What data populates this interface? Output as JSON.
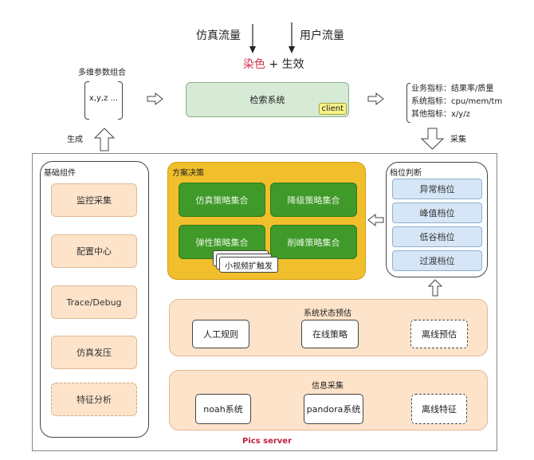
{
  "top": {
    "sim_traffic": "仿真流量",
    "user_traffic": "用户流量",
    "dye": "染色",
    "plus": " + ",
    "effect": "生效",
    "colors": {
      "dye": "#d0344f"
    }
  },
  "params": {
    "title": "多维参数组合",
    "value": "x,y,z ...",
    "generate_label": "生成"
  },
  "search_system": {
    "label": "检索系统",
    "client_label": "client"
  },
  "metrics": {
    "items": [
      "业务指标：结果率/质量",
      "系统指标：cpu/mem/tm",
      "其他指标：x/y/z"
    ],
    "collect_label": "采集"
  },
  "server": {
    "label": "Pics server",
    "colors": {
      "label": "#c0203b"
    }
  },
  "base_components": {
    "title": "基础组件",
    "items": [
      {
        "label": "监控采集",
        "dashed": false
      },
      {
        "label": "配置中心",
        "dashed": false
      },
      {
        "label": "Trace/Debug",
        "dashed": false
      },
      {
        "label": "仿真发压",
        "dashed": false
      },
      {
        "label": "特征分析",
        "dashed": true
      }
    ]
  },
  "decision": {
    "title": "方案决策",
    "items": [
      "仿真策略集合",
      "降级策略集合",
      "弹性策略集合",
      "削峰策略集合"
    ],
    "trigger_label": "小视频扩触发",
    "colors": {
      "panel": "#f1bf2b",
      "item": "#3f9a2a"
    }
  },
  "level": {
    "title": "档位判断",
    "items": [
      "异常档位",
      "峰值档位",
      "低谷档位",
      "过渡档位"
    ]
  },
  "state_estimate": {
    "title": "系统状态预估",
    "items": [
      {
        "label": "人工规则",
        "dashed": false
      },
      {
        "label": "在线策略",
        "dashed": false
      },
      {
        "label": "离线预估",
        "dashed": true
      }
    ]
  },
  "info_collect": {
    "title": "信息采集",
    "items": [
      {
        "label": "noah系统",
        "dashed": false
      },
      {
        "label": "pandora系统",
        "dashed": false
      },
      {
        "label": "离线特征",
        "dashed": true
      }
    ]
  }
}
